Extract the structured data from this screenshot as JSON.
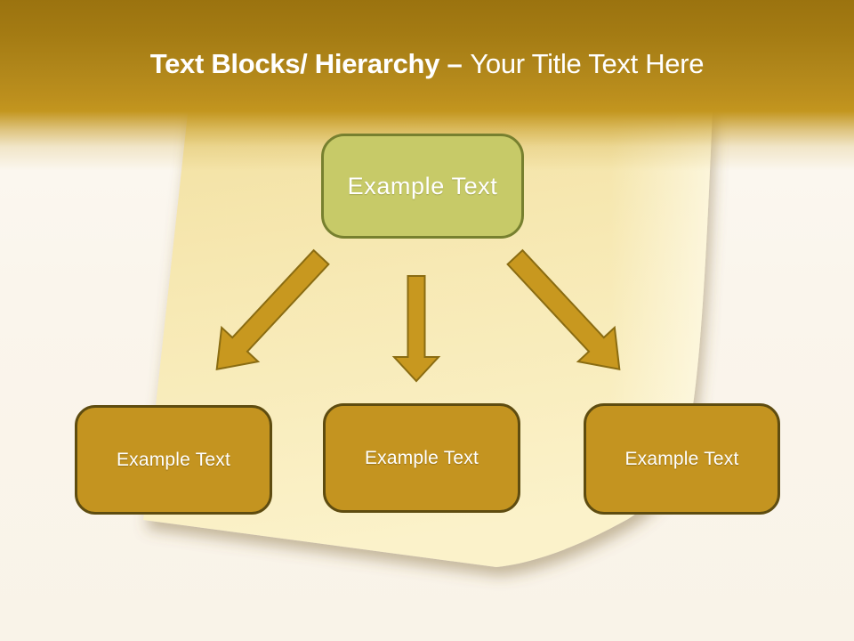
{
  "slide": {
    "title": {
      "bold": "Text Blocks/ Hierarchy –",
      "regular": "Your Title Text Here"
    },
    "hierarchy": {
      "root": {
        "label": "Example Text"
      },
      "children": [
        {
          "label": "Example Text"
        },
        {
          "label": "Example Text"
        },
        {
          "label": "Example Text"
        }
      ]
    },
    "icons": {
      "left": "arrow-down-left-icon",
      "middle": "arrow-down-icon",
      "right": "arrow-down-right-icon"
    },
    "colors": {
      "header_top": "#9b730f",
      "header_bottom": "#c3961f",
      "background": "#faf5ec",
      "note_fill": "#f8ecba",
      "root_fill": "#c7ca68",
      "root_border": "#77802f",
      "child_fill": "#c49420",
      "child_border": "#5e4c10",
      "arrow_fill": "#c8981f",
      "arrow_stroke": "#8a6c12",
      "title_text": "#ffffff"
    }
  }
}
